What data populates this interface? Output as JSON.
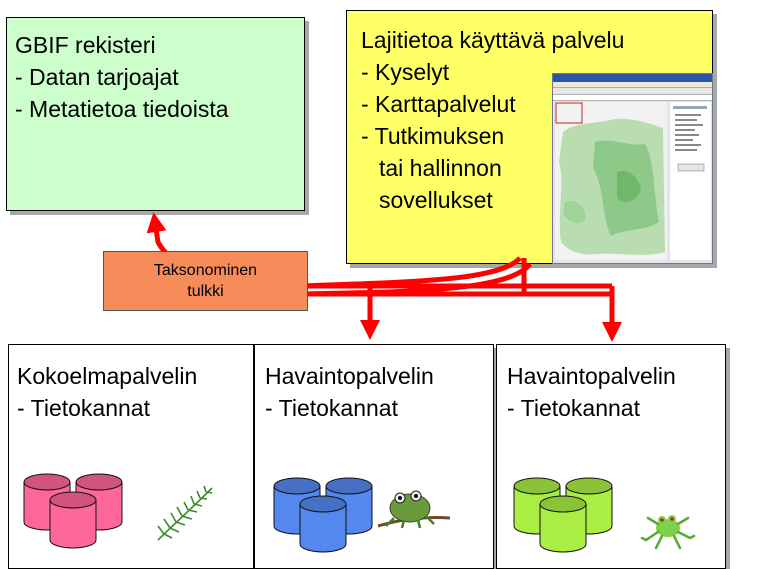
{
  "gbif": {
    "title": "GBIF rekisteri",
    "lines": [
      "- Datan tarjoajat",
      "- Metatietoa tiedoista"
    ]
  },
  "lajitieto": {
    "title": "Lajitietoa käyttävä palvelu",
    "lines": [
      "- Kyselyt",
      "- Karttapalvelut",
      "- Tutkimuksen",
      "tai hallinnon",
      "sovellukset"
    ]
  },
  "taksonominen": {
    "line1": "Taksonominen",
    "line2": "tulkki"
  },
  "servers": [
    {
      "title": "Kokoelmapalvelin",
      "subtitle": "- Tietokannat",
      "db_color": "#ff6699",
      "icon": "fern-icon"
    },
    {
      "title": "Havaintopalvelin",
      "subtitle": "- Tietokannat",
      "db_color": "#5588ee",
      "icon": "frog-on-branch-icon"
    },
    {
      "title": "Havaintopalvelin",
      "subtitle": "- Tietokannat",
      "db_color": "#aaee44",
      "icon": "tree-frog-icon"
    }
  ],
  "colors": {
    "gbif_bg": "#ccffcc",
    "lajitieto_bg": "#ffff66",
    "taksonominen_bg": "#f58c5a",
    "arrow": "#ff0000"
  }
}
